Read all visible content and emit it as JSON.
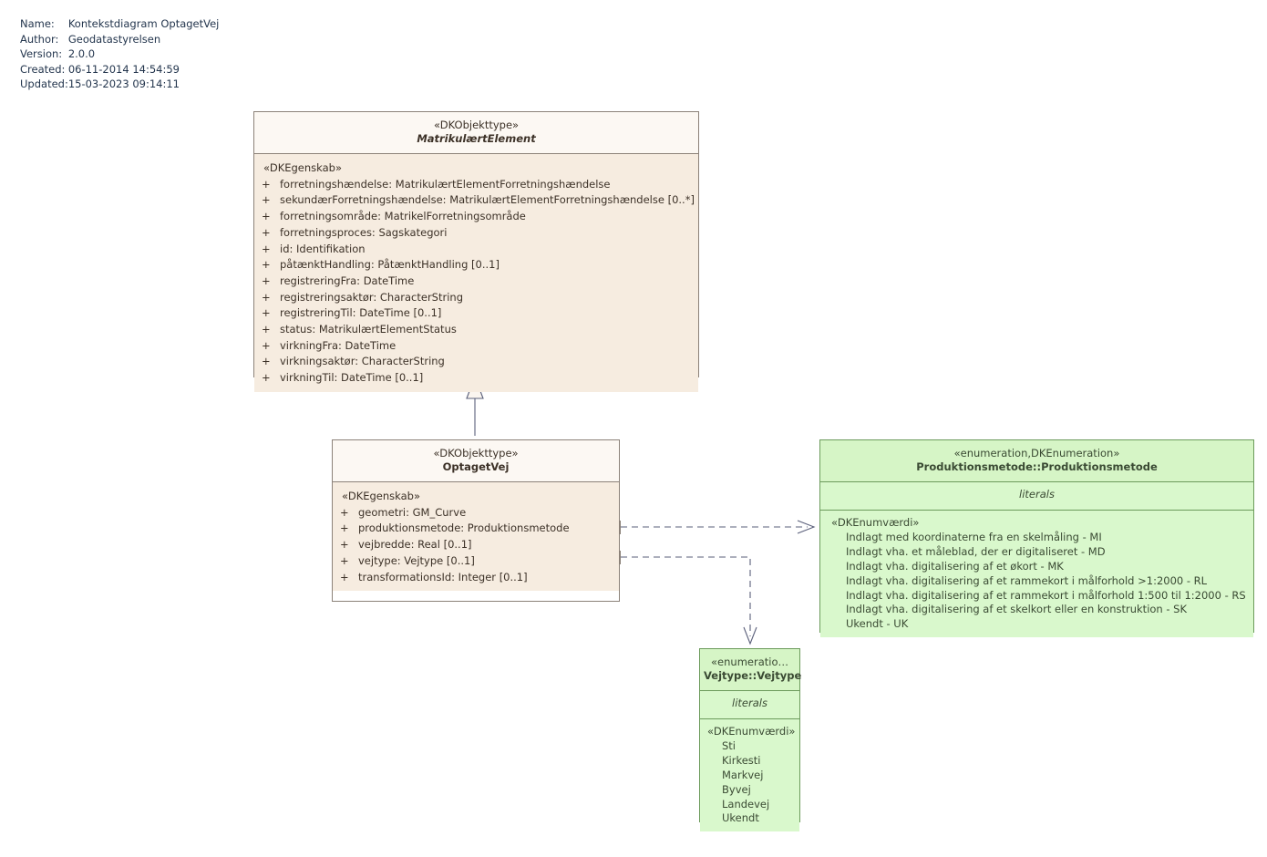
{
  "meta": {
    "rows": [
      {
        "key": "Name:",
        "value": "Kontekstdiagram OptagetVej"
      },
      {
        "key": "Author:",
        "value": "Geodatastyrelsen"
      },
      {
        "key": "Version:",
        "value": "2.0.0"
      },
      {
        "key": "Created:",
        "value": "06-11-2014 14:54:59"
      },
      {
        "key": "Updated:",
        "value": "15-03-2023 09:14:11"
      }
    ]
  },
  "colors": {
    "class_header_fill": "#fcf8f3",
    "class_body_fill": "#f6ece0",
    "class_border": "#8c8279",
    "enum_header_fill": "#d6f5c6",
    "enum_body_fill": "#d9f8cc",
    "enum_border": "#6c9b5c",
    "connector": "#5a5f7a",
    "meta_text": "#23354d"
  },
  "matrikulaert_element": {
    "stereotype": "«DKObjekttype»",
    "name": "MatrikulærtElement",
    "compartment_keyword": "«DKEgenskab»",
    "attributes": [
      {
        "visibility": "+",
        "text": "forretningshændelse: MatrikulærtElementForretningshændelse"
      },
      {
        "visibility": "+",
        "text": "sekundærForretningshændelse: MatrikulærtElementForretningshændelse [0..*]"
      },
      {
        "visibility": "+",
        "text": "forretningsområde: MatrikelForretningsområde"
      },
      {
        "visibility": "+",
        "text": "forretningsproces: Sagskategori"
      },
      {
        "visibility": "+",
        "text": "id: Identifikation"
      },
      {
        "visibility": "+",
        "text": "påtænktHandling: PåtænktHandling [0..1]"
      },
      {
        "visibility": "+",
        "text": "registreringFra: DateTime"
      },
      {
        "visibility": "+",
        "text": "registreringsaktør: CharacterString"
      },
      {
        "visibility": "+",
        "text": "registreringTil: DateTime [0..1]"
      },
      {
        "visibility": "+",
        "text": "status: MatrikulærtElementStatus"
      },
      {
        "visibility": "+",
        "text": "virkningFra: DateTime"
      },
      {
        "visibility": "+",
        "text": "virkningsaktør: CharacterString"
      },
      {
        "visibility": "+",
        "text": "virkningTil: DateTime [0..1]"
      }
    ]
  },
  "optaget_vej": {
    "stereotype": "«DKObjekttype»",
    "name": "OptagetVej",
    "compartment_keyword": "«DKEgenskab»",
    "attributes": [
      {
        "visibility": "+",
        "text": "geometri: GM_Curve"
      },
      {
        "visibility": "+",
        "text": "produktionsmetode: Produktionsmetode"
      },
      {
        "visibility": "+",
        "text": "vejbredde: Real [0..1]"
      },
      {
        "visibility": "+",
        "text": "vejtype: Vejtype [0..1]"
      },
      {
        "visibility": "+",
        "text": "transformationsId: Integer [0..1]"
      }
    ]
  },
  "produktionsmetode": {
    "stereotype": "«enumeration,DKEnumeration»",
    "name": "Produktionsmetode::Produktionsmetode",
    "literals_label": "literals",
    "compartment_keyword": "«DKEnumværdi»",
    "literals": [
      "Indlagt med koordinaterne fra en skelmåling - MI",
      "Indlagt vha. et måleblad, der er digitaliseret - MD",
      "Indlagt vha. digitalisering af et økort - MK",
      "Indlagt vha. digitalisering af et rammekort i målforhold >1:2000 - RL",
      "Indlagt vha. digitalisering af et rammekort i målforhold 1:500 til 1:2000 - RS",
      "Indlagt vha. digitalisering af et skelkort eller en konstruktion - SK",
      "Ukendt - UK"
    ]
  },
  "vejtype": {
    "stereotype": "«enumeratio…",
    "name": "Vejtype::Vejtype",
    "literals_label": "literals",
    "compartment_keyword": "«DKEnumværdi»",
    "literals": [
      "Sti",
      "Kirkesti",
      "Markvej",
      "Byvej",
      "Landevej",
      "Ukendt"
    ]
  },
  "connectors": [
    {
      "kind": "generalization",
      "from": "OptagetVej",
      "to": "MatrikulærtElement"
    },
    {
      "kind": "dependency",
      "from": "OptagetVej.produktionsmetode",
      "to": "Produktionsmetode::Produktionsmetode"
    },
    {
      "kind": "dependency",
      "from": "OptagetVej.vejtype",
      "to": "Vejtype::Vejtype"
    }
  ]
}
